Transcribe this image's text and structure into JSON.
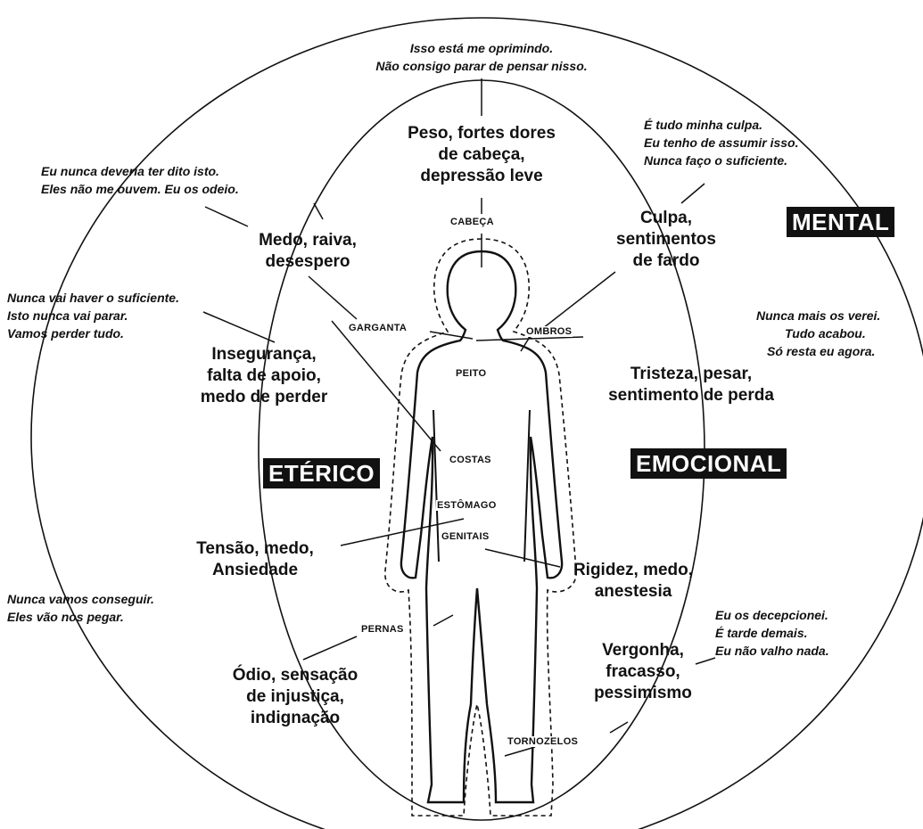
{
  "fields": {
    "mental": "MENTAL",
    "eterico": "ETÉRICO",
    "emocional": "EMOCIONAL"
  },
  "body_parts": {
    "cabeca": "CABEÇA",
    "garganta": "GARGANTA",
    "ombros": "OMBROS",
    "peito": "PEITO",
    "costas": "COSTAS",
    "estomago": "ESTÔMAGO",
    "genitais": "GENITAIS",
    "pernas": "PERNAS",
    "tornozelos": "TORNOZELOS"
  },
  "emotions": {
    "head": [
      "Peso, fortes dores",
      "de cabeça,",
      "depressão leve"
    ],
    "throat": [
      "Medo, raiva,",
      "desespero"
    ],
    "shoulders": [
      "Culpa,",
      "sentimentos",
      "de fardo"
    ],
    "chest": [
      "Tristeza, pesar,",
      "sentimento de perda"
    ],
    "back": [
      "Insegurança,",
      "falta de apoio,",
      "medo de perder"
    ],
    "stomach": [
      "Tensão, medo,",
      "Ansiedade"
    ],
    "genitals": [
      "Rigidez, medo,",
      "anestesia"
    ],
    "legs": [
      "Ódio, sensação",
      "de injustiça,",
      "indignação"
    ],
    "ankles": [
      "Vergonha,",
      "fracasso,",
      "pessimismo"
    ]
  },
  "thoughts": {
    "top": [
      "Isso está me oprimindo.",
      "Não consigo parar de pensar nisso."
    ],
    "top_left": [
      "Eu nunca deveria ter dito isto.",
      "Eles não me ouvem. Eu os odeio."
    ],
    "top_right": [
      "É tudo minha culpa.",
      "Eu tenho de assumir isso.",
      "Nunca faço o suficiente."
    ],
    "left": [
      "Nunca vai haver o suficiente.",
      "Isto nunca vai parar.",
      "Vamos perder tudo."
    ],
    "right": [
      "Nunca mais os verei.",
      "Tudo acabou.",
      "Só resta eu agora."
    ],
    "bottom_left": [
      "Nunca vamos conseguir.",
      "Eles vão nos pegar."
    ],
    "bottom_right": [
      "Eu os decepcionei.",
      "É tarde demais.",
      "Eu não valho nada."
    ]
  }
}
